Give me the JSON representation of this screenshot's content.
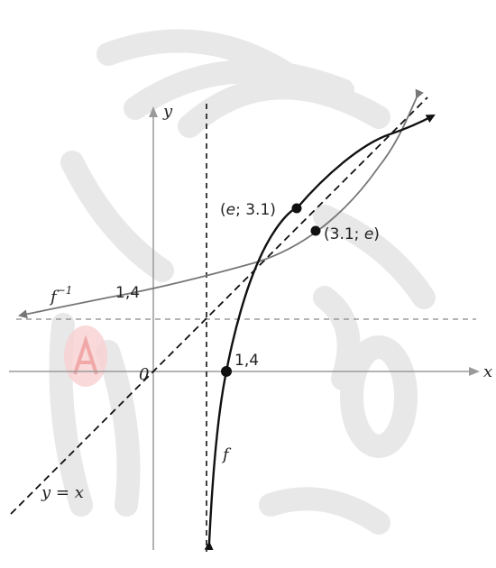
{
  "chart_data": {
    "type": "line",
    "axes": {
      "x_label": "x",
      "y_label": "y",
      "origin_label": "0"
    },
    "asymptotes": [
      {
        "kind": "vertical",
        "description": "dashed vertical asymptote of f"
      },
      {
        "kind": "horizontal",
        "description": "dashed horizontal asymptote of f⁻¹"
      }
    ],
    "series": [
      {
        "name": "f",
        "color": "#111111",
        "style": "solid-thick"
      },
      {
        "name": "f⁻¹",
        "color": "#777777",
        "style": "solid-thin"
      },
      {
        "name": "y = x",
        "color": "#111111",
        "style": "dashed"
      }
    ],
    "labels": {
      "f": "f",
      "f_inv": "f",
      "f_inv_sup": "−1",
      "y_eq_x": "y = x",
      "f_intercept": "1,4",
      "f_inv_intercept": "1,4"
    },
    "points": [
      {
        "label": "(e; 3.1)",
        "x": "e",
        "y": 3.1,
        "on": "f"
      },
      {
        "label": "(3.1; e)",
        "x": 3.1,
        "y": "e",
        "on": "f⁻¹"
      },
      {
        "label": "1,4",
        "x": 1.4,
        "y": 0,
        "on": "f"
      }
    ],
    "point_labels": {
      "p1_open": "(",
      "p1_e": "e",
      "p1_rest": "; 3.1)",
      "p2_open": "(3.1; ",
      "p2_e": "e",
      "p2_close": ")"
    }
  }
}
